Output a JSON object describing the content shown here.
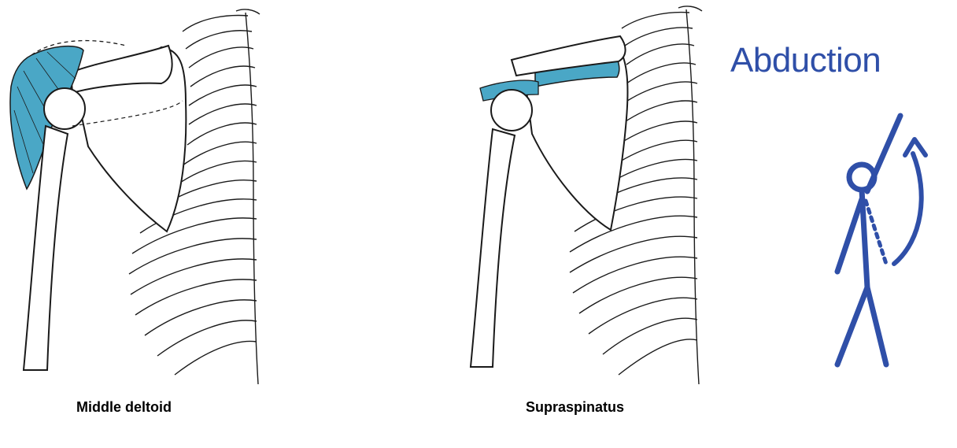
{
  "captions": {
    "left": "Middle deltoid",
    "right": "Supraspinatus"
  },
  "title": "Abduction",
  "colors": {
    "muscle_highlight": "#4aa7c6",
    "figure_blue": "#2f4fa8",
    "ink": "#1a1a1a"
  },
  "icons": {
    "left_panel": "shoulder-middle-deltoid-illustration",
    "right_panel": "shoulder-supraspinatus-illustration",
    "figure": "stick-figure-abduction-icon"
  }
}
